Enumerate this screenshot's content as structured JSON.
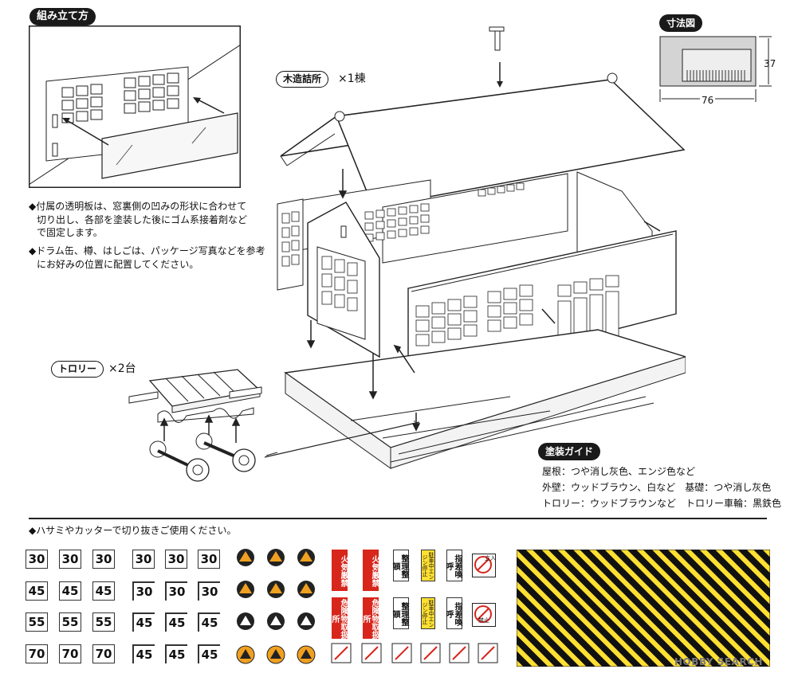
{
  "assembly": {
    "label": "組み立て方"
  },
  "dimension": {
    "label": "寸法図",
    "width": "76",
    "height": "37"
  },
  "building": {
    "label": "木造詰所",
    "qty": "×1棟"
  },
  "trolley": {
    "label": "トロリー",
    "qty": "×2台"
  },
  "notes": [
    "◆付属の透明板は、窓裏側の凹みの形状に合わせて",
    "切り出し、各部を塗装した後にゴム系接着剤などで固定します。",
    "◆ドラム缶、樽、はしごは、パッケージ写真などを参考",
    "にお好みの位置に配置してください。"
  ],
  "paint": {
    "label": "塗装ガイド",
    "lines": [
      "屋根：つや消し灰色、エンジ色など",
      "外壁：ウッドブラウン、白など　基礎：つや消し灰色",
      "トロリー：ウッドブラウンなど　トロリー車輪：黒鉄色"
    ]
  },
  "cut_note": "◆ハサミやカッターで切り抜きご使用ください。",
  "signs": {
    "speed_rows": [
      [
        "30",
        "30",
        "30"
      ],
      [
        "45",
        "45",
        "45"
      ],
      [
        "55",
        "55",
        "55"
      ],
      [
        "70",
        "70",
        "70"
      ]
    ],
    "speed_rows2": [
      [
        "30",
        "30",
        "30"
      ],
      [
        "30",
        "30",
        "30"
      ],
      [
        "45",
        "45",
        "45"
      ],
      [
        "45",
        "45",
        "45"
      ]
    ],
    "red_tags": [
      "火気厳禁",
      "危険物取扱所"
    ],
    "white_tags": [
      "整理整頓",
      "指差喚呼"
    ],
    "yellow_tag": "駐車中エンジン停止",
    "noentry": [
      "立入",
      "禁止"
    ]
  },
  "colors": {
    "red": "#d7261c",
    "yellow": "#ffe032",
    "orange": "#f0a020",
    "black": "#111111"
  },
  "watermark": "HOBBY SEARCH"
}
